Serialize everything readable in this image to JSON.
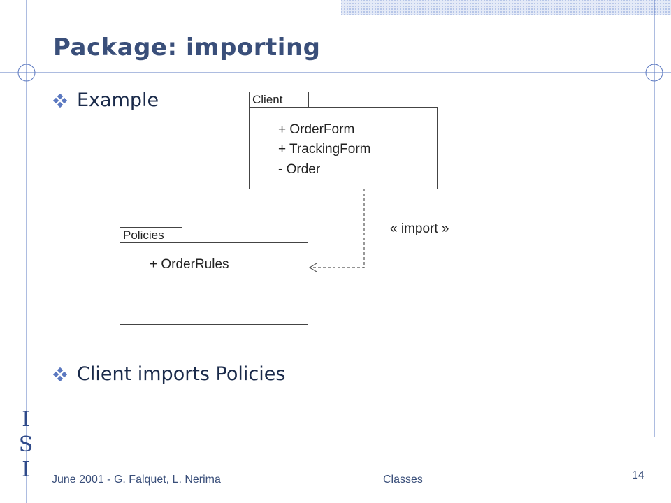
{
  "slide": {
    "title": "Package: importing",
    "bullets": [
      "Example",
      "Client imports Policies"
    ],
    "bullet_icon": "diamond-bullet-icon"
  },
  "diagram": {
    "client": {
      "name": "Client",
      "members": [
        "+ OrderForm",
        "+ TrackingForm",
        "- Order"
      ]
    },
    "policies": {
      "name": "Policies",
      "members": [
        "+ OrderRules"
      ]
    },
    "dependency": {
      "stereotype": "« import »",
      "from": "Client",
      "to": "Policies",
      "line_style": "dashed",
      "arrowhead": "open"
    }
  },
  "side_logo": [
    "I",
    "S",
    "I"
  ],
  "footer": {
    "left": "June 2001 - G. Falquet, L. Nerima",
    "center": "Classes",
    "page_number": "14"
  },
  "colors": {
    "title": "#3a4f7a",
    "frame_line": "#5b78c0",
    "corner_band": "#c8d4ee",
    "logo": "#2f4a8a"
  }
}
